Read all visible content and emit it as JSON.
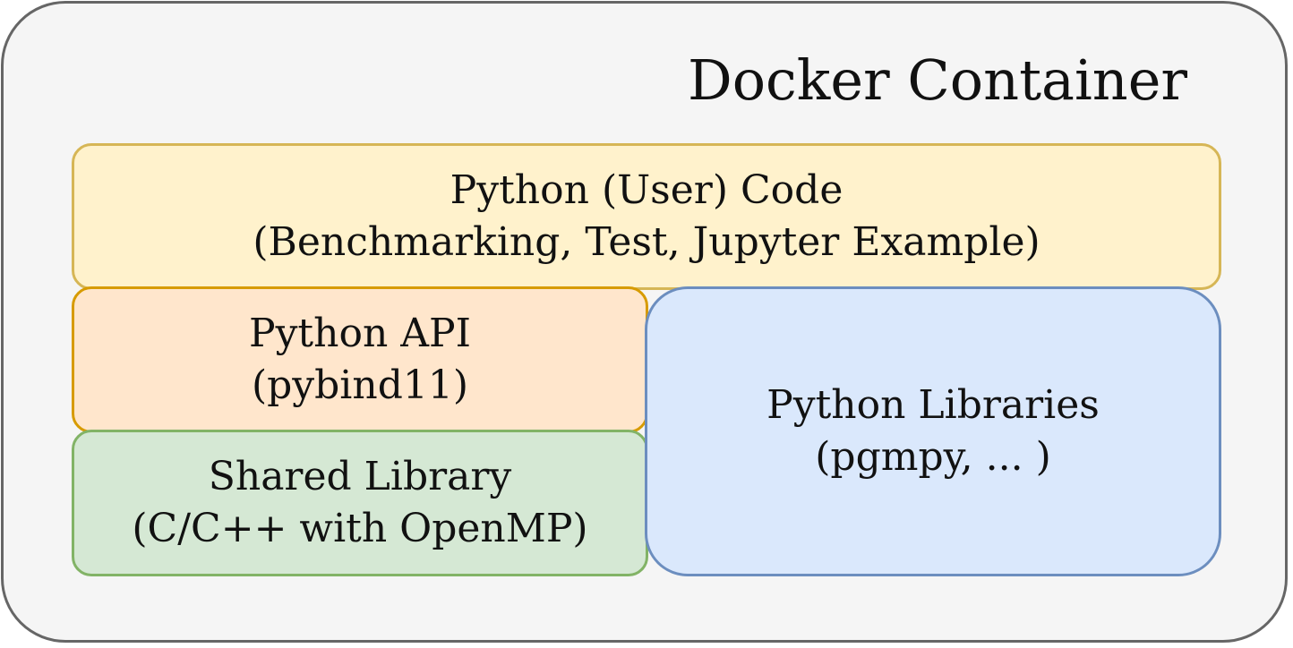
{
  "container": {
    "title": "Docker Container"
  },
  "layers": {
    "user_code": {
      "line1": "Python (User) Code",
      "line2": "(Benchmarking, Test, Jupyter Example)"
    },
    "python_api": {
      "line1": "Python API",
      "line2": "(pybind11)"
    },
    "shared_library": {
      "line1": "Shared Library",
      "line2": "(C/C++ with OpenMP)"
    },
    "python_libraries": {
      "line1": "Python Libraries",
      "line2": "(pgmpy, ... )"
    }
  },
  "colors": {
    "container_fill": "#f5f5f5",
    "container_border": "#666666",
    "user_code_fill": "#fff2cc",
    "user_code_border": "#d6b656",
    "python_api_fill": "#ffe6cc",
    "python_api_border": "#d79b00",
    "shared_library_fill": "#d5e8d4",
    "shared_library_border": "#82b366",
    "python_libraries_fill": "#dae8fc",
    "python_libraries_border": "#6c8ebf"
  }
}
